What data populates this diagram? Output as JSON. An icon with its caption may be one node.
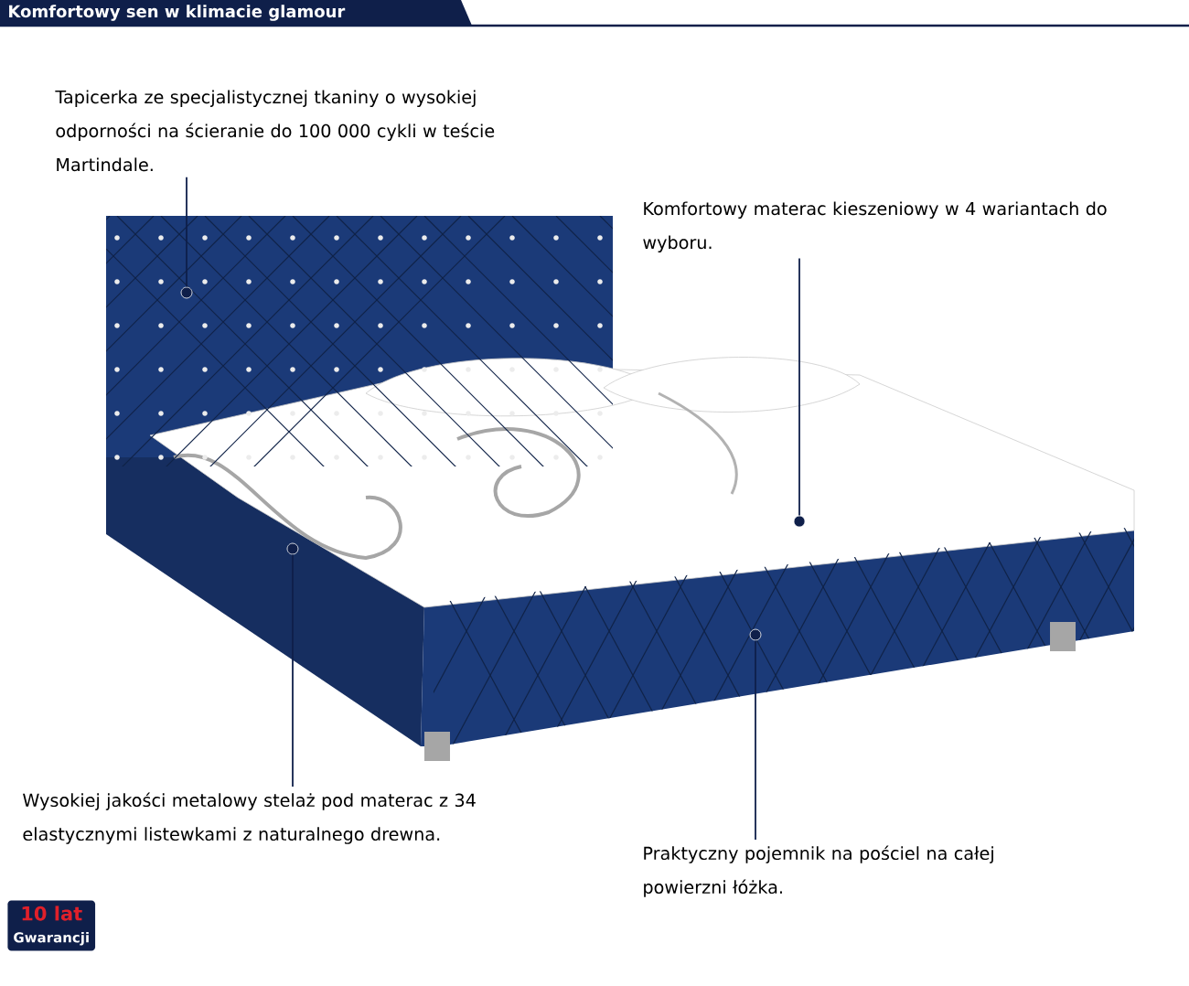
{
  "diagram": {
    "title": "Komfortowy sen w klimacie glamour",
    "nodes": [
      {
        "text": [
          "Tapicerka ze specjalistycznej tkaniny o wysokiej odporności na ścieranie do 100 000 cykli w teście Martindale."
        ]
      },
      {
        "text": [
          "Komfortowy materac kieszeniowy w 4 wariantach do wyboru."
        ]
      },
      {
        "text": [
          "Wysokiej jakości metalowy stelaż pod materac z 34 elastycznymi listewkami z naturalnego drewna."
        ]
      },
      {
        "text": [
          "Praktyczny pojemnik na pościel na całej powierzni łóżka."
        ]
      },
      {
        "text": [
          "10 lat",
          "Gwarancji"
        ]
      },
      {
        "text": [],
        "shape": "circle"
      },
      {
        "text": [],
        "shape": "circle"
      },
      {
        "text": [],
        "shape": "circle"
      },
      {
        "text": [],
        "shape": "circle"
      }
    ],
    "edges": [
      {
        "from": 0,
        "to": 5,
        "arrow": "none"
      },
      {
        "from": 1,
        "to": 8,
        "arrow": "none"
      },
      {
        "from": 2,
        "to": 6,
        "arrow": "none"
      },
      {
        "from": 3,
        "to": 7,
        "arrow": "none"
      }
    ]
  }
}
